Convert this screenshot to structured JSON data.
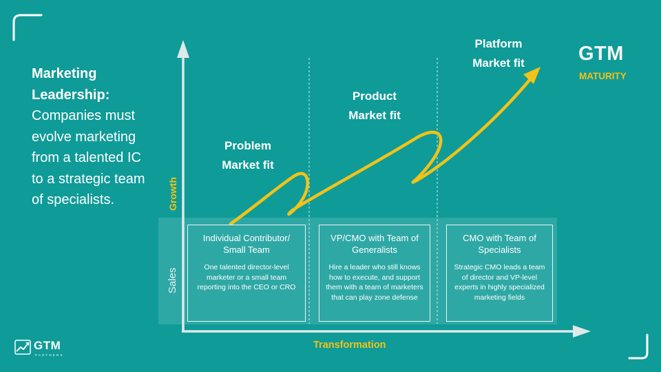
{
  "intro": {
    "heading_line1": "Marketing",
    "heading_line2": "Leadership:",
    "body": "Companies must evolve marketing from a talented IC to a strategic team of specialists."
  },
  "stages": [
    {
      "label_line1": "Problem",
      "label_line2": "Market fit"
    },
    {
      "label_line1": "Product",
      "label_line2": "Market fit"
    },
    {
      "label_line1": "Platform",
      "label_line2": "Market fit"
    }
  ],
  "gtm_maturity": {
    "title": "GTM",
    "subtitle": "MATURITY"
  },
  "axes": {
    "y_label": "Growth",
    "y_band_label": "Sales",
    "x_label": "Transformation"
  },
  "boxes": [
    {
      "title": "Individual Contributor/ Small Team",
      "desc": "One talented director-level marketer or a small team reporting into the CEO or CRO"
    },
    {
      "title": "VP/CMO with Team of Generalists",
      "desc": "Hire a leader who still knows how to execute, and support them with a team of marketers that can play zone defense"
    },
    {
      "title": "CMO with Team of Specialists",
      "desc": "Strategic CMO leads a team of director and VP-level experts in highly specialized marketing fields"
    }
  ],
  "logo": {
    "name": "GTM",
    "sub": "PARTNERS"
  },
  "colors": {
    "background": "#0f9b98",
    "accent_yellow": "#f2c318",
    "axis": "#dfe9e9",
    "text": "#ffffff"
  }
}
